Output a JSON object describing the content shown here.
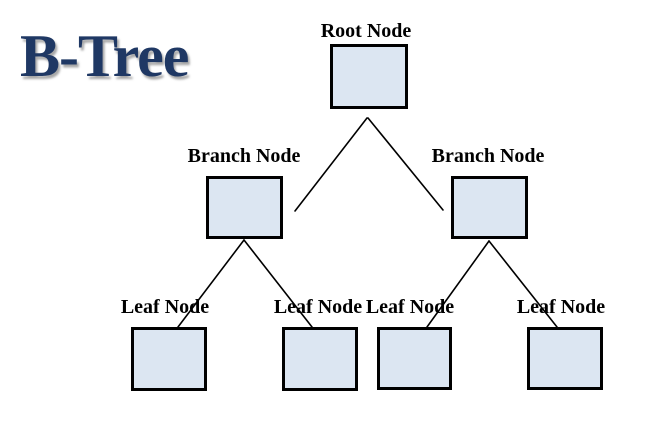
{
  "title": "B-Tree",
  "colors": {
    "background": "#FFFFFF",
    "title": "#1F3864",
    "node_fill": "#DCE6F2",
    "node_border": "#000000",
    "connector": "#000000"
  },
  "nodes": {
    "root": {
      "label": "Root Node",
      "level": "root"
    },
    "branch_left": {
      "label": "Branch Node",
      "level": "branch"
    },
    "branch_right": {
      "label": "Branch Node",
      "level": "branch"
    },
    "leaf_1": {
      "label": "Leaf Node",
      "level": "leaf"
    },
    "leaf_2": {
      "label": "Leaf Node",
      "level": "leaf"
    },
    "leaf_3": {
      "label": "Leaf Node",
      "level": "leaf"
    },
    "leaf_4": {
      "label": "Leaf Node",
      "level": "leaf"
    }
  },
  "edges": [
    {
      "from": "root",
      "to": "branch_left"
    },
    {
      "from": "root",
      "to": "branch_right"
    },
    {
      "from": "branch_left",
      "to": "leaf_1"
    },
    {
      "from": "branch_left",
      "to": "leaf_2"
    },
    {
      "from": "branch_right",
      "to": "leaf_3"
    },
    {
      "from": "branch_right",
      "to": "leaf_4"
    }
  ]
}
